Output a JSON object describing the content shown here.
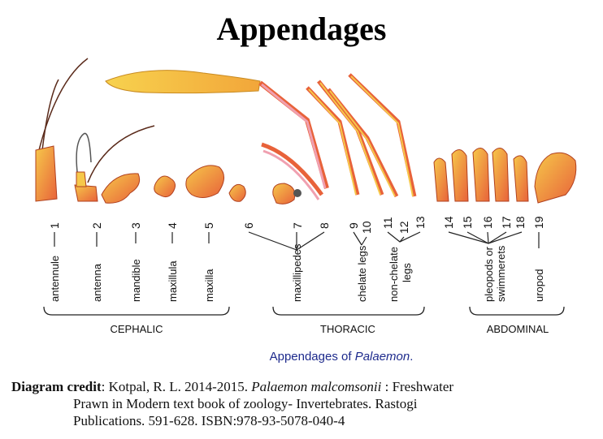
{
  "title": "Appendages",
  "groups": {
    "cephalic": "CEPHALIC",
    "thoracic": "THORACIC",
    "abdominal": "ABDOMINAL"
  },
  "numbers": [
    "1",
    "2",
    "3",
    "4",
    "5",
    "6",
    "7",
    "8",
    "9",
    "10",
    "11",
    "12",
    "13",
    "14",
    "15",
    "16",
    "17",
    "18",
    "19"
  ],
  "labels": {
    "antennule": "antennule",
    "antenna": "antenna",
    "mandible": "mandible",
    "maxillula": "maxillula",
    "maxilla": "maxilla",
    "maxillipedes": "maxillipedes",
    "chelate_legs": "chelate legs",
    "non_chelate_1": "non-chelate",
    "non_chelate_2": "legs",
    "pleopods_1": "pleopods or",
    "pleopods_2": "swimmerets",
    "uropod": "uropod"
  },
  "caption": {
    "prefix": "Appendages of ",
    "genus": "Palaemon",
    "suffix": "."
  },
  "credit": {
    "lead": "Diagram credit",
    "text1": ": Kotpal, R. L. 2014-2015. ",
    "species": "Palaemon malcomsonii",
    "text2": " : Freshwater",
    "line2": "Prawn in  Modern text book of zoology- Invertebrates. Rastogi",
    "line3": "Publications. 591-628. ISBN:978-93-5078-040-4"
  },
  "colors": {
    "appendage_fill": "#f5a23a",
    "appendage_red": "#e8623a",
    "appendage_yellow": "#f3d04a",
    "appendage_pink": "#f0a0b0",
    "caption_blue": "#1d2a8c"
  }
}
